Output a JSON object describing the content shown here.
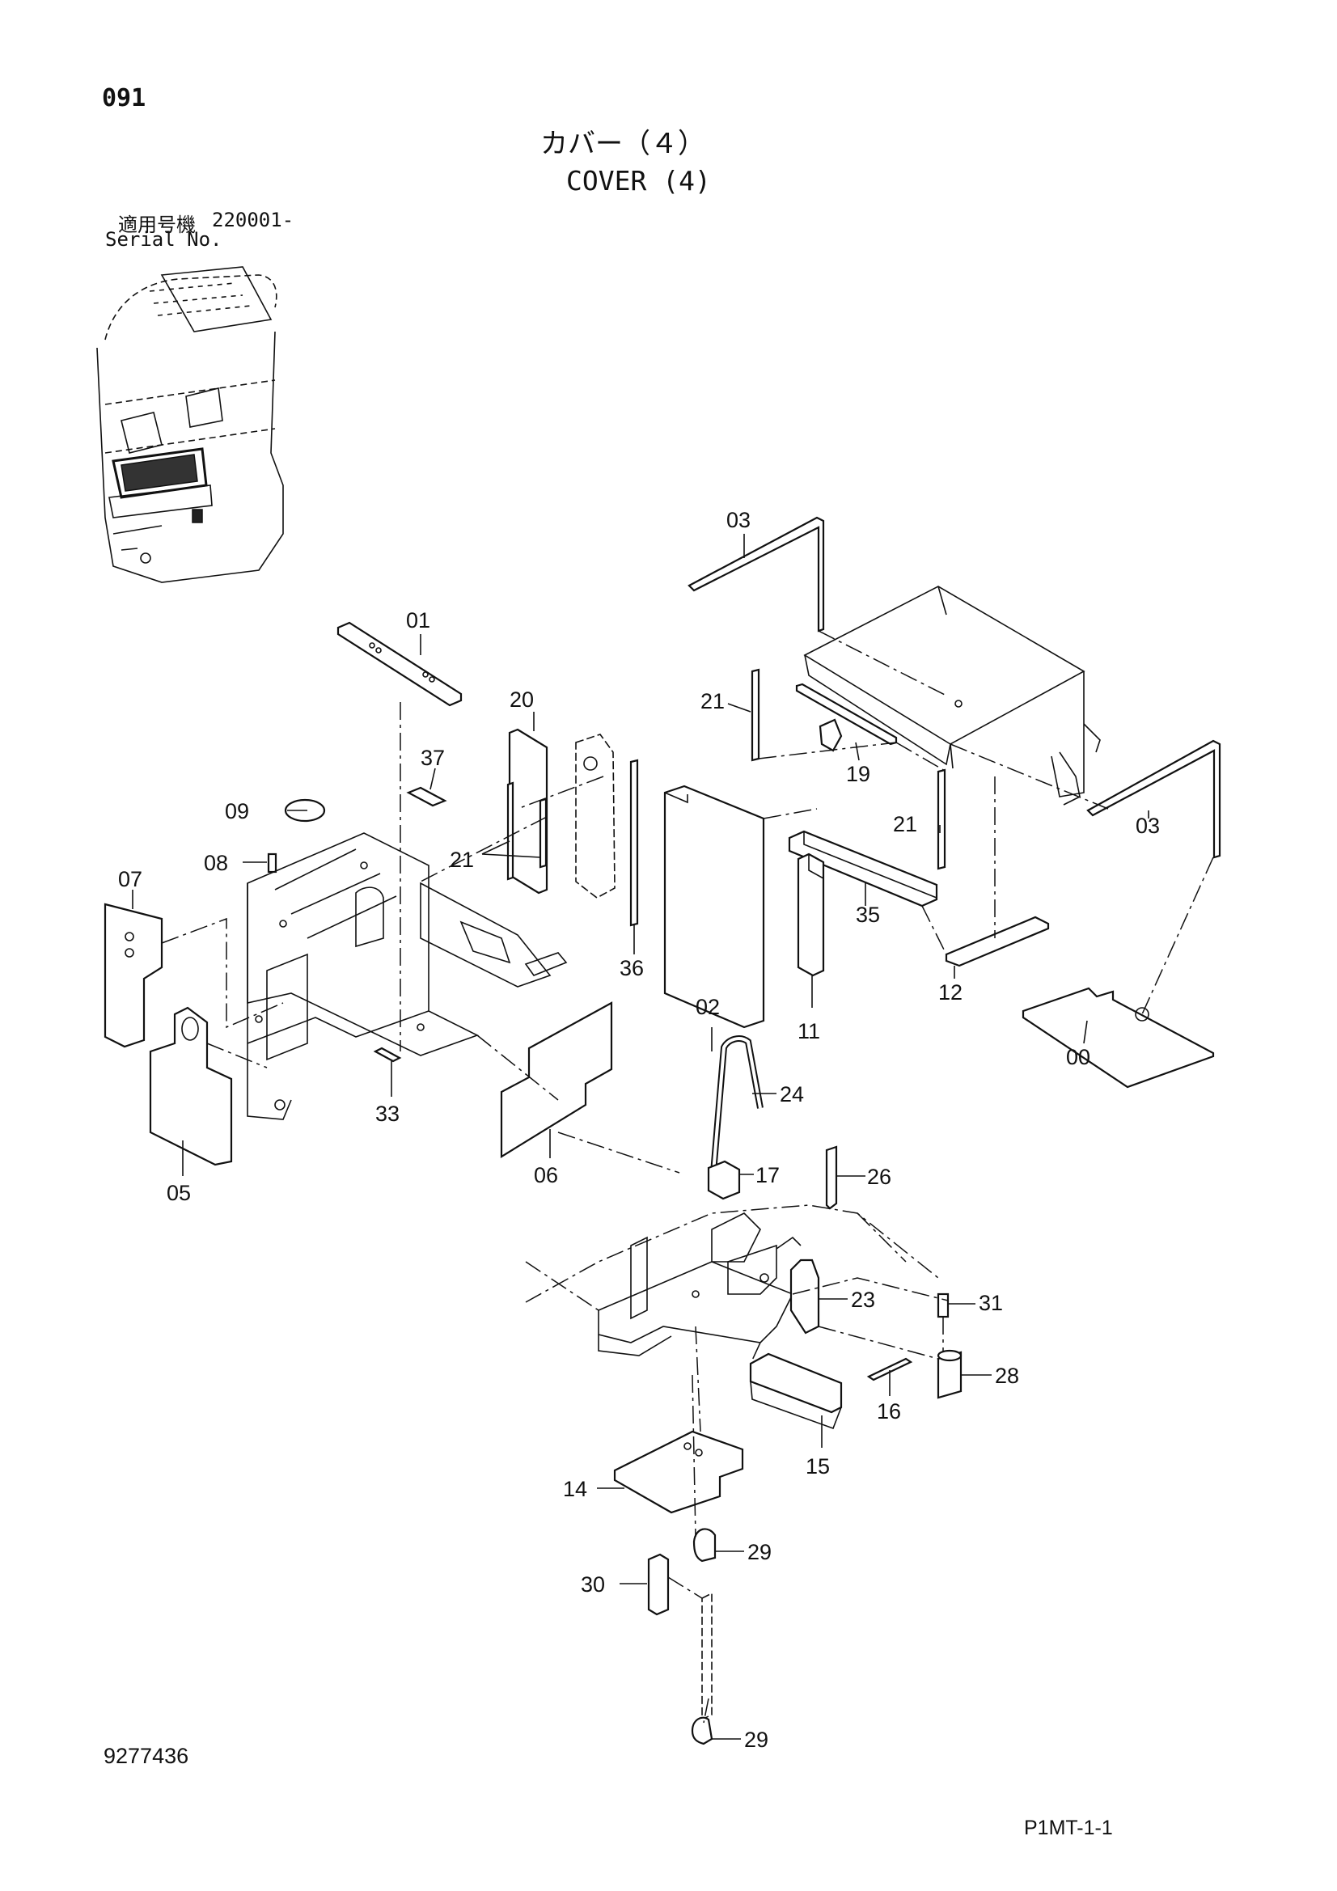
{
  "header": {
    "page_number": "091",
    "title_jp": "カバー（４）",
    "title_en": "COVER (4)",
    "serial_label_jp": "適用号機",
    "serial_value": "220001-",
    "serial_label_en": "Serial No."
  },
  "footer": {
    "document_number": "9277436",
    "model_code": "P1MT-1-1"
  },
  "part_labels": [
    {
      "key": "00",
      "text": "00"
    },
    {
      "key": "01",
      "text": "01"
    },
    {
      "key": "02",
      "text": "02"
    },
    {
      "key": "03a",
      "text": "03"
    },
    {
      "key": "03b",
      "text": "03"
    },
    {
      "key": "05",
      "text": "05"
    },
    {
      "key": "06",
      "text": "06"
    },
    {
      "key": "07",
      "text": "07"
    },
    {
      "key": "08",
      "text": "08"
    },
    {
      "key": "09",
      "text": "09"
    },
    {
      "key": "11",
      "text": "11"
    },
    {
      "key": "12",
      "text": "12"
    },
    {
      "key": "14",
      "text": "14"
    },
    {
      "key": "15",
      "text": "15"
    },
    {
      "key": "16",
      "text": "16"
    },
    {
      "key": "17",
      "text": "17"
    },
    {
      "key": "19",
      "text": "19"
    },
    {
      "key": "20",
      "text": "20"
    },
    {
      "key": "21a",
      "text": "21"
    },
    {
      "key": "21b",
      "text": "21"
    },
    {
      "key": "21c",
      "text": "21"
    },
    {
      "key": "23",
      "text": "23"
    },
    {
      "key": "24",
      "text": "24"
    },
    {
      "key": "26",
      "text": "26"
    },
    {
      "key": "28",
      "text": "28"
    },
    {
      "key": "29a",
      "text": "29"
    },
    {
      "key": "29b",
      "text": "29"
    },
    {
      "key": "30",
      "text": "30"
    },
    {
      "key": "31",
      "text": "31"
    },
    {
      "key": "33",
      "text": "33"
    },
    {
      "key": "35",
      "text": "35"
    },
    {
      "key": "36",
      "text": "36"
    },
    {
      "key": "37",
      "text": "37"
    }
  ]
}
